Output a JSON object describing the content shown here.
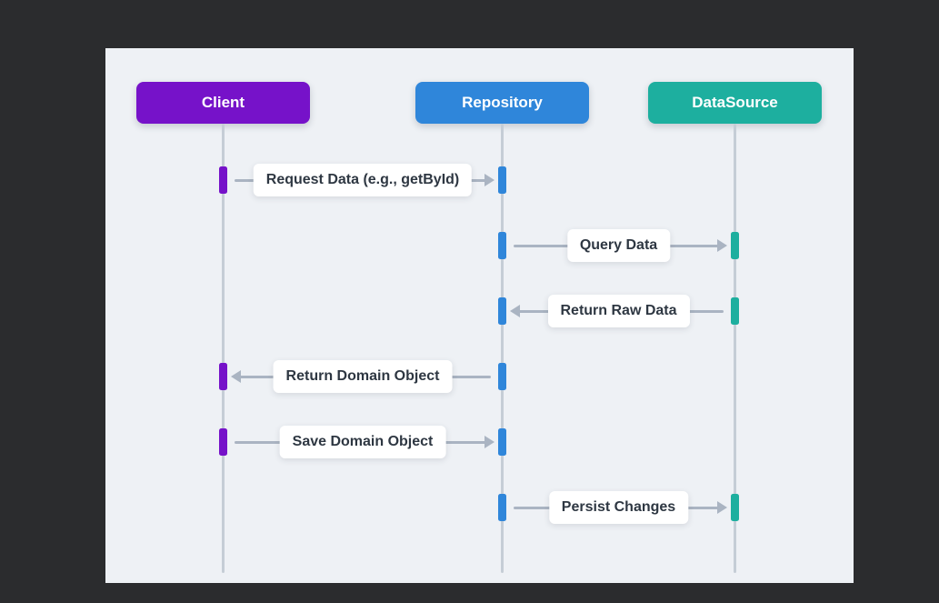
{
  "diagram": {
    "type": "sequence-diagram",
    "actors": [
      {
        "name": "Client",
        "color": "#7612c9"
      },
      {
        "name": "Repository",
        "color": "#2f86da"
      },
      {
        "name": "DataSource",
        "color": "#1daf9f"
      }
    ],
    "messages": [
      {
        "label": "Request Data (e.g., getById)",
        "from": "Client",
        "to": "Repository",
        "direction": "right"
      },
      {
        "label": "Query Data",
        "from": "Repository",
        "to": "DataSource",
        "direction": "right"
      },
      {
        "label": "Return Raw Data",
        "from": "DataSource",
        "to": "Repository",
        "direction": "left"
      },
      {
        "label": "Return Domain Object",
        "from": "Repository",
        "to": "Client",
        "direction": "left"
      },
      {
        "label": "Save Domain Object",
        "from": "Client",
        "to": "Repository",
        "direction": "right"
      },
      {
        "label": "Persist Changes",
        "from": "Repository",
        "to": "DataSource",
        "direction": "right"
      }
    ],
    "colors": {
      "page_background": "#2b2c2e",
      "panel_background": "#eef1f5",
      "lifeline": "#c5cdd6",
      "arrow": "#aab4c2",
      "label_text": "#2e3742",
      "label_background": "#ffffff"
    }
  }
}
